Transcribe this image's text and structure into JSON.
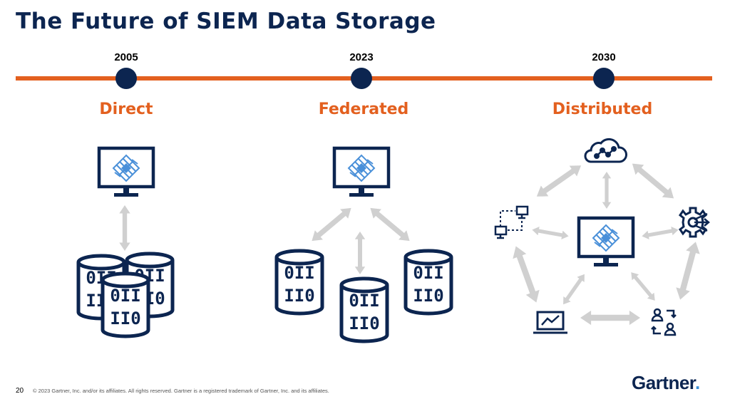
{
  "slide": {
    "title": "The Future of SIEM Data Storage",
    "page_number": "20",
    "copyright": "© 2023 Gartner, Inc. and/or its affiliates. All rights reserved. Gartner is a registered trademark of Gartner, Inc. and its affiliates.",
    "logo_text": "Gartner",
    "logo_dot": "."
  },
  "timeline": [
    {
      "year": "2005",
      "label": "Direct"
    },
    {
      "year": "2023",
      "label": "Federated"
    },
    {
      "year": "2030",
      "label": "Distributed"
    }
  ],
  "database_text": {
    "top": "0II",
    "bottom": "II0"
  },
  "colors": {
    "navy": "#0c2550",
    "orange": "#e3601f",
    "arrow_gray": "#d0d0d0",
    "icon_blue": "#4a90d9"
  },
  "icons": [
    "monitor-icon",
    "database-icon",
    "cloud-icon",
    "network-icon",
    "gear-icon",
    "analytics-icon",
    "users-icon",
    "bidirectional-arrow"
  ]
}
